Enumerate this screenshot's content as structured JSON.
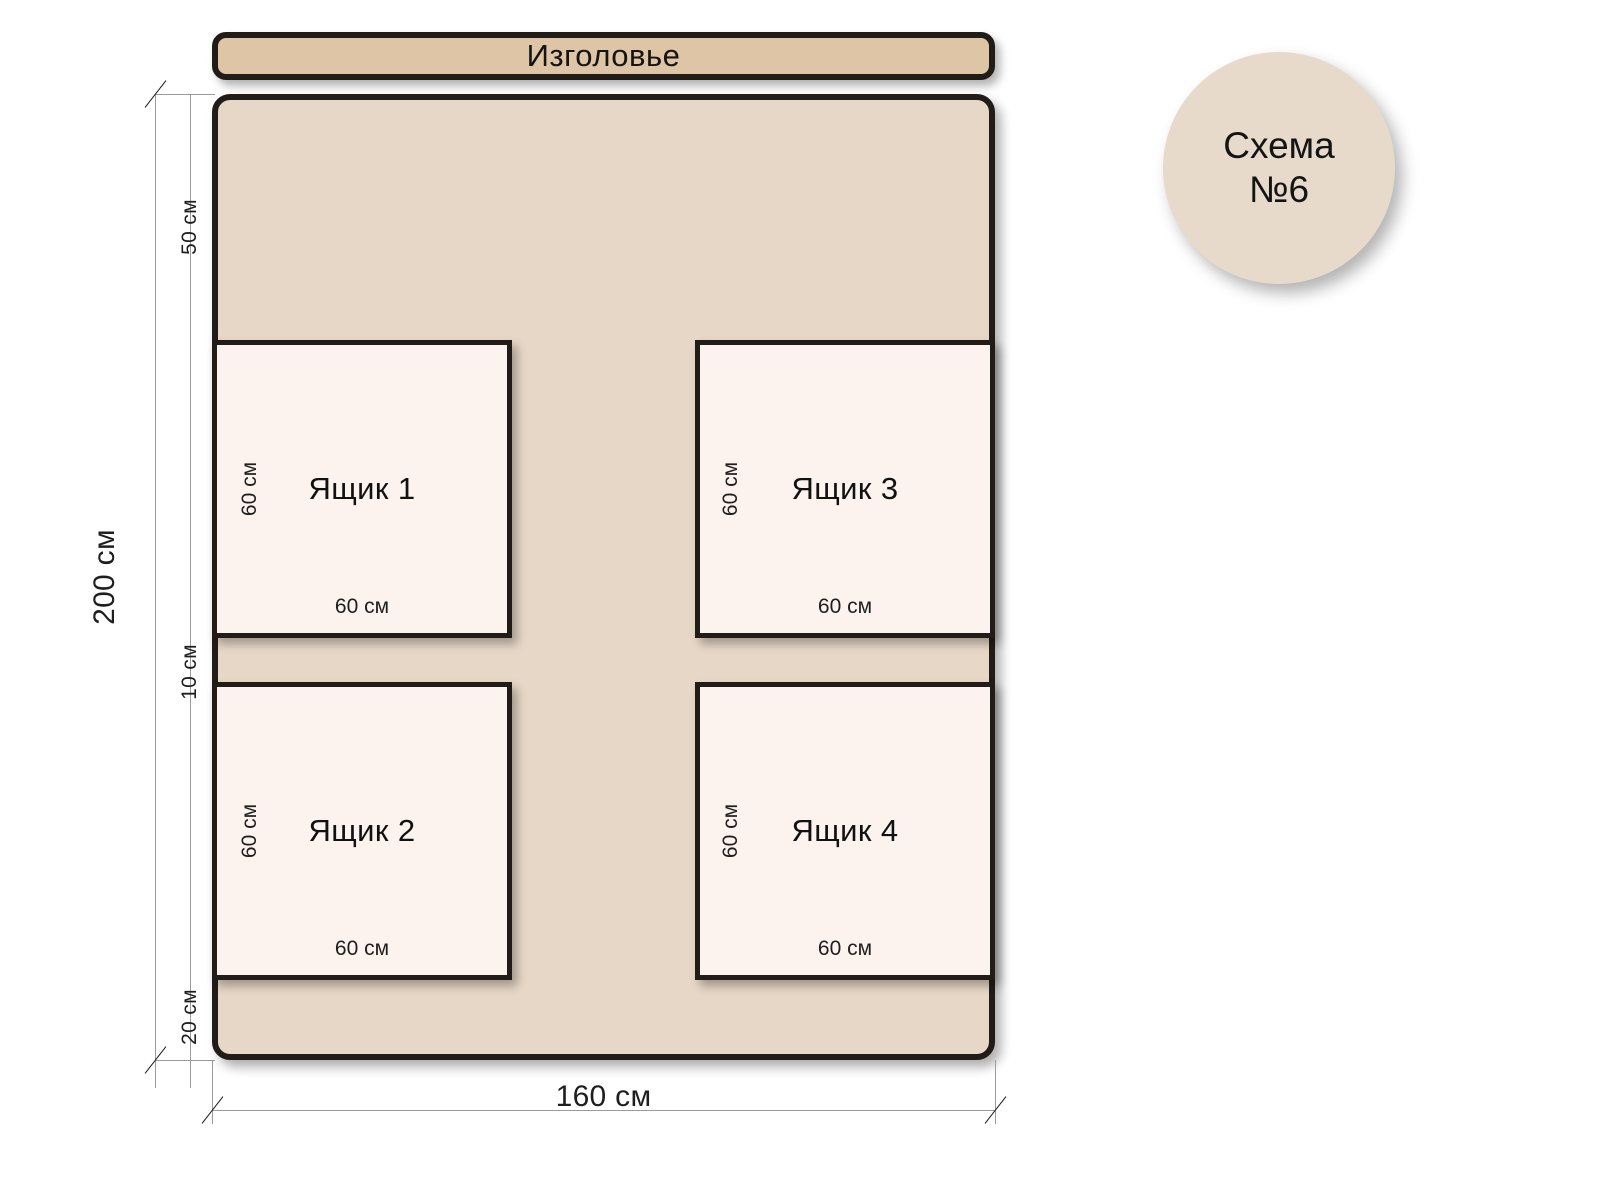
{
  "diagram": {
    "headboard": {
      "label": "Изголовье"
    },
    "badge": {
      "line1": "Схема",
      "line2": "№6"
    },
    "bed": {
      "total_height_label": "200 см",
      "total_width_label": "160 см",
      "top_section_label": "50 см",
      "middle_gap_label": "10 см",
      "bottom_section_label": "20 см"
    },
    "drawers": [
      {
        "name": "Ящик 1",
        "width_label": "60 см",
        "height_label": "60 см"
      },
      {
        "name": "Ящик 2",
        "width_label": "60 см",
        "height_label": "60 см"
      },
      {
        "name": "Ящик 3",
        "width_label": "60 см",
        "height_label": "60 см"
      },
      {
        "name": "Ящик 4",
        "width_label": "60 см",
        "height_label": "60 см"
      }
    ],
    "colors": {
      "headboard_fill": "#DEC5A5",
      "bed_fill": "#E7D7C6",
      "drawer_fill": "#FCF2EE",
      "outline": "#221C19",
      "badge_fill": "#E8DACB",
      "dimension_line": "#9B9B9B",
      "text": "#141414"
    }
  }
}
